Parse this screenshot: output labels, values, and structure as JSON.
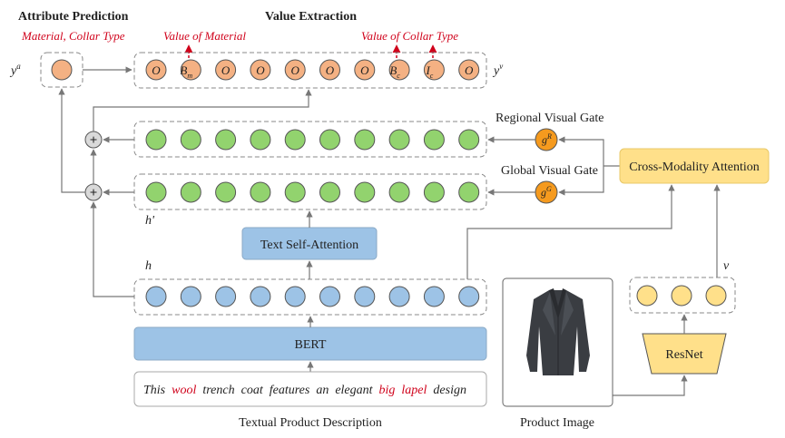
{
  "titles": {
    "attribute_prediction": "Attribute Prediction",
    "value_extraction": "Value Extraction",
    "attributes_predicted": "Material, Collar Type",
    "value_of_material": "Value of Material",
    "value_of_collar_type": "Value of Collar Type"
  },
  "labels": {
    "ya_base": "y",
    "ya_sup": "a",
    "yv_base": "y",
    "yv_sup": "v",
    "h_prime": "h'",
    "h": "h",
    "v": "v",
    "regional_gate": "Regional Visual Gate",
    "global_gate": "Global Visual Gate",
    "gate_r_base": "g",
    "gate_r_sup": "R",
    "gate_g_base": "g",
    "gate_g_sup": "G",
    "plus": "+"
  },
  "modules": {
    "cross_modality_attention": "Cross-Modality Attention",
    "text_self_attention": "Text Self-Attention",
    "bert": "BERT",
    "resnet": "ResNet"
  },
  "captions": {
    "text_input": "Textual Product Description",
    "image_input": "Product Image"
  },
  "tags": [
    {
      "base": "O",
      "sub": ""
    },
    {
      "base": "B",
      "sub": "m"
    },
    {
      "base": "O",
      "sub": ""
    },
    {
      "base": "O",
      "sub": ""
    },
    {
      "base": "O",
      "sub": ""
    },
    {
      "base": "O",
      "sub": ""
    },
    {
      "base": "O",
      "sub": ""
    },
    {
      "base": "B",
      "sub": "c"
    },
    {
      "base": "I",
      "sub": "c"
    },
    {
      "base": "O",
      "sub": ""
    }
  ],
  "sentence": [
    {
      "word": "This",
      "highlight": false
    },
    {
      "word": "wool",
      "highlight": true
    },
    {
      "word": "trench",
      "highlight": false
    },
    {
      "word": "coat",
      "highlight": false
    },
    {
      "word": "features",
      "highlight": false
    },
    {
      "word": "an",
      "highlight": false
    },
    {
      "word": "elegant",
      "highlight": false
    },
    {
      "word": "big",
      "highlight": true
    },
    {
      "word": "lapel",
      "highlight": true
    },
    {
      "word": "design",
      "highlight": false
    }
  ],
  "colors": {
    "orange_node": "#f4b183",
    "green_node": "#92d36e",
    "blue_node": "#9dc3e6",
    "module_blue": "#9dc3e6",
    "module_yellow": "#ffe08a",
    "gate_orange": "#f59a1e",
    "highlight_red": "#d0021b",
    "coat_dark": "#3a3d42"
  }
}
